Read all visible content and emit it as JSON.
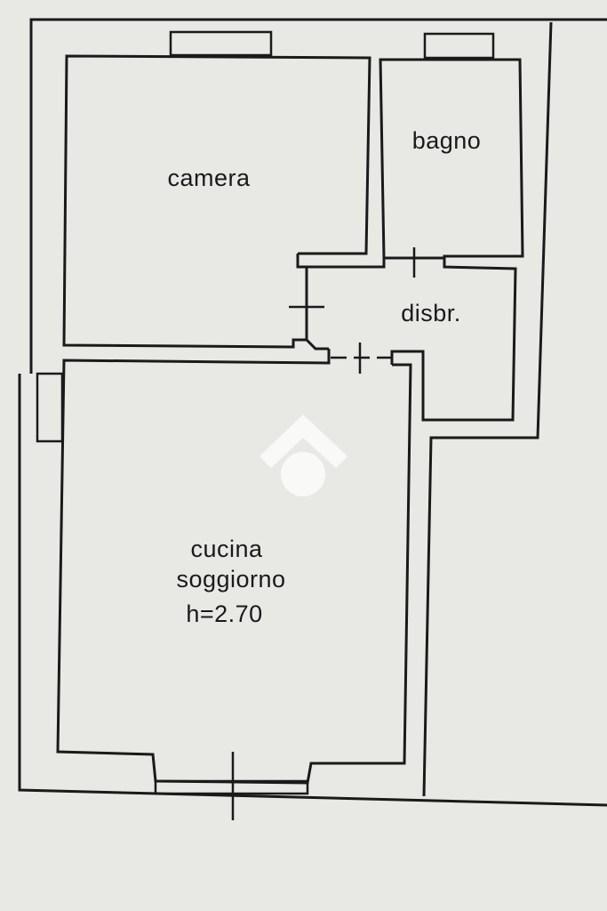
{
  "rooms": {
    "camera": "camera",
    "bagno": "bagno",
    "disbr": "disbr.",
    "cucina_line1": "cucina",
    "cucina_line2": "soggiorno",
    "ceiling_height": "h=2.70"
  },
  "colors": {
    "background": "#e8e8e5",
    "wall": "#1a1a1a",
    "logo": "#ffffff"
  }
}
